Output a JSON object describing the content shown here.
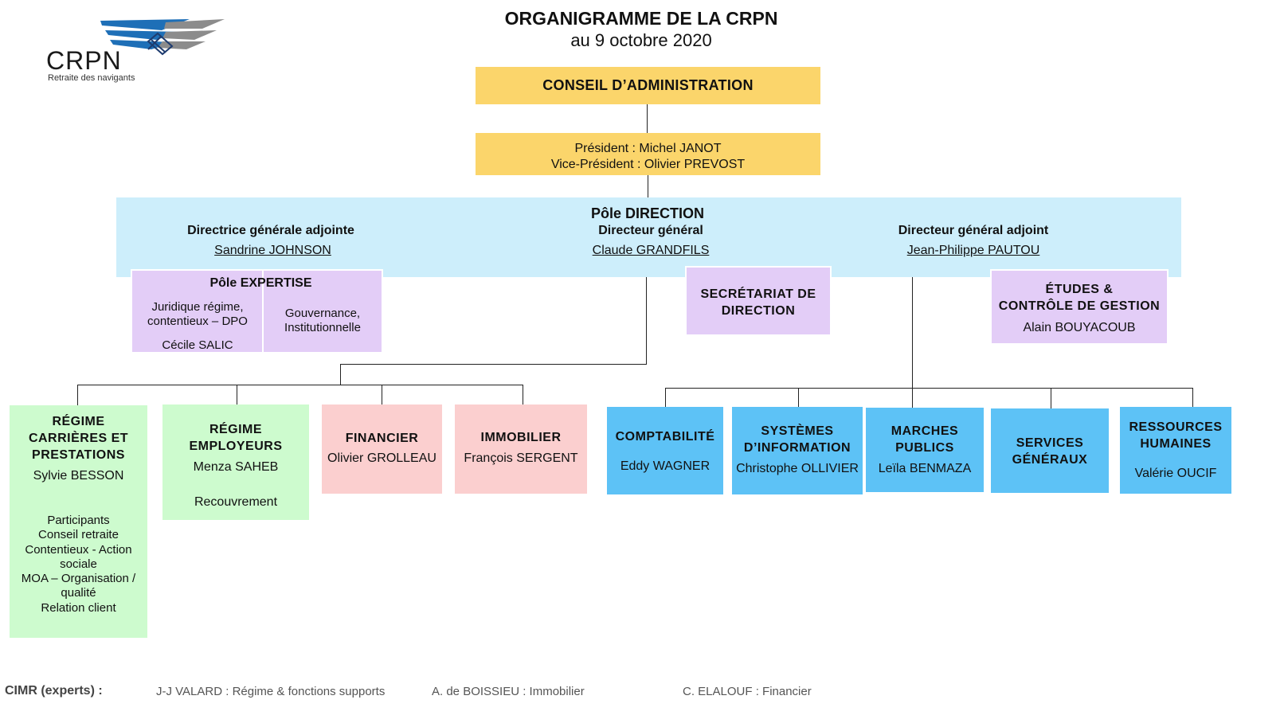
{
  "logo": {
    "name": "CRPN",
    "tagline": "Retraite des navigants"
  },
  "title": {
    "main": "ORGANIGRAMME DE LA CRPN",
    "date": "au 9 octobre 2020"
  },
  "conseil": {
    "title": "CONSEIL D’ADMINISTRATION",
    "president": "Président : Michel JANOT",
    "vice_president": "Vice-Président : Olivier PREVOST"
  },
  "direction": {
    "pole": "Pôle DIRECTION",
    "left_role": "Directrice générale adjointe",
    "left_name": "Sandrine JOHNSON",
    "center_role": "Directeur général",
    "center_name": "Claude GRANDFILS",
    "right_role": "Directeur général adjoint",
    "right_name": "Jean-Philippe PAUTOU"
  },
  "expertise": {
    "title": "Pôle EXPERTISE",
    "left_line1": "Juridique régime,",
    "left_line2": "contentieux – DPO",
    "left_name": "Cécile SALIC",
    "right_line1": "Gouvernance,",
    "right_line2": "Institutionnelle"
  },
  "secretariat": {
    "line1": "SECRÉTARIAT DE",
    "line2": "DIRECTION"
  },
  "etudes": {
    "line1": "ÉTUDES &",
    "line2": "CONTRÔLE DE GESTION",
    "name": "Alain BOUYACOUB"
  },
  "regime_carrieres": {
    "line1": "RÉGIME",
    "line2": "CARRIÈRES ET",
    "line3": "PRESTATIONS",
    "name": "Sylvie BESSON",
    "items": [
      "Participants",
      "Conseil retraite",
      "Contentieux - Action",
      "sociale",
      "MOA – Organisation /",
      "qualité",
      "Relation client"
    ]
  },
  "regime_employeurs": {
    "line1": "RÉGIME",
    "line2": "EMPLOYEURS",
    "name": "Menza SAHEB",
    "sub": "Recouvrement"
  },
  "financier": {
    "title": "FINANCIER",
    "name": "Olivier GROLLEAU"
  },
  "immobilier": {
    "title": "IMMOBILIER",
    "name": "François SERGENT"
  },
  "comptabilite": {
    "title": "COMPTABILITÉ",
    "name": "Eddy WAGNER"
  },
  "systemes": {
    "line1": "SYSTÈMES",
    "line2": "D’INFORMATION",
    "name": "Christophe OLLIVIER"
  },
  "marches": {
    "line1": "MARCHES",
    "line2": "PUBLICS",
    "name": "Leïla BENMAZA"
  },
  "services": {
    "line1": "SERVICES",
    "line2": "GÉNÉRAUX"
  },
  "rh": {
    "line1": "RESSOURCES",
    "line2": "HUMAINES",
    "name": "Valérie OUCIF"
  },
  "footer": {
    "label": "CIMR (experts) :",
    "e1": "J-J VALARD : Régime & fonctions supports",
    "e2": "A. de BOISSIEU : Immobilier",
    "e3": "C. ELALOUF : Financier"
  },
  "colors": {
    "yellow": "#fbd56b",
    "light_blue": "#cdeefb",
    "purple": "#e3cdf7",
    "green": "#cdfbce",
    "pink": "#fbcfcf",
    "blue": "#5dc2f6"
  }
}
